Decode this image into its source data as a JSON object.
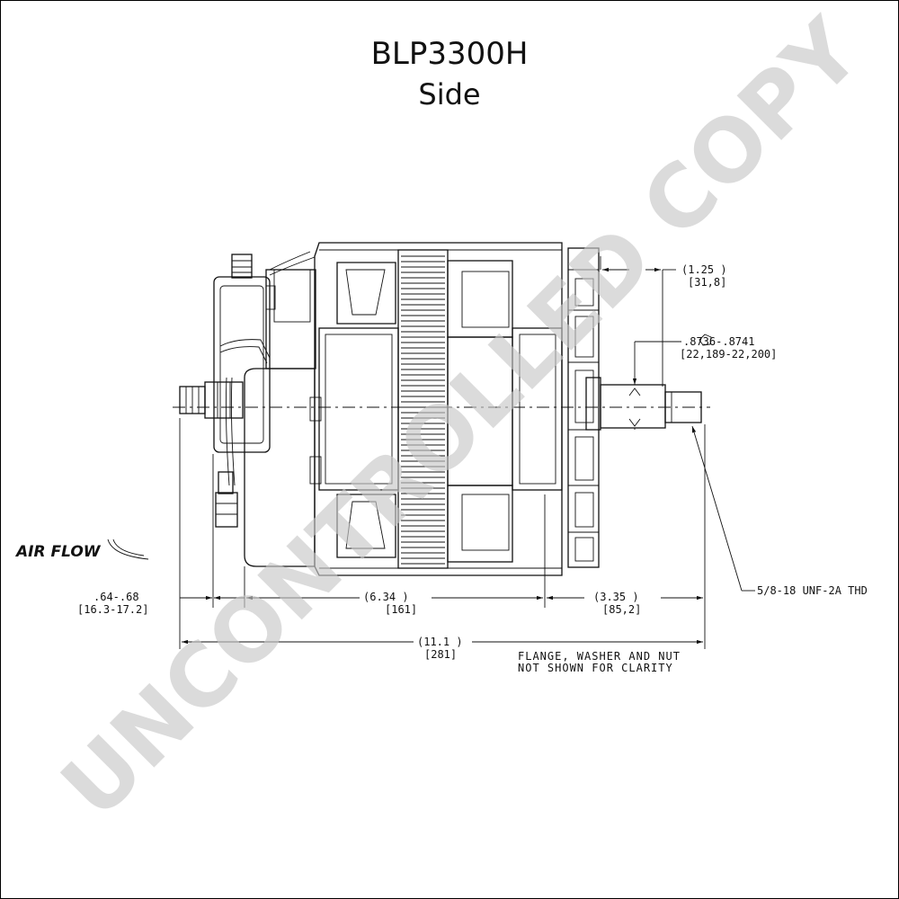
{
  "title": "BLP3300H",
  "subtitle": "Side",
  "watermark": "UNCONTROLLED COPY",
  "airflow_label": "AIR FLOW",
  "dimensions": {
    "pulley_offset_in": "(1.25  )",
    "pulley_offset_mm": "[31,8]",
    "shaft_dia_in": ".8736-.8741",
    "shaft_dia_mm": "[22,189-22,200]",
    "thread_spec": "5/8-18 UNF-2A THD",
    "rear_offset_in": ".64-.68",
    "rear_offset_mm": "[16.3-17.2]",
    "body_length_in": "(6.34  )",
    "body_length_mm": "[161]",
    "front_length_in": "(3.35  )",
    "front_length_mm": "[85,2]",
    "overall_length_in": "(11.1  )",
    "overall_length_mm": "[281]"
  },
  "notes": {
    "line1": "FLANGE, WASHER AND NUT",
    "line2": "NOT SHOWN FOR CLARITY"
  }
}
